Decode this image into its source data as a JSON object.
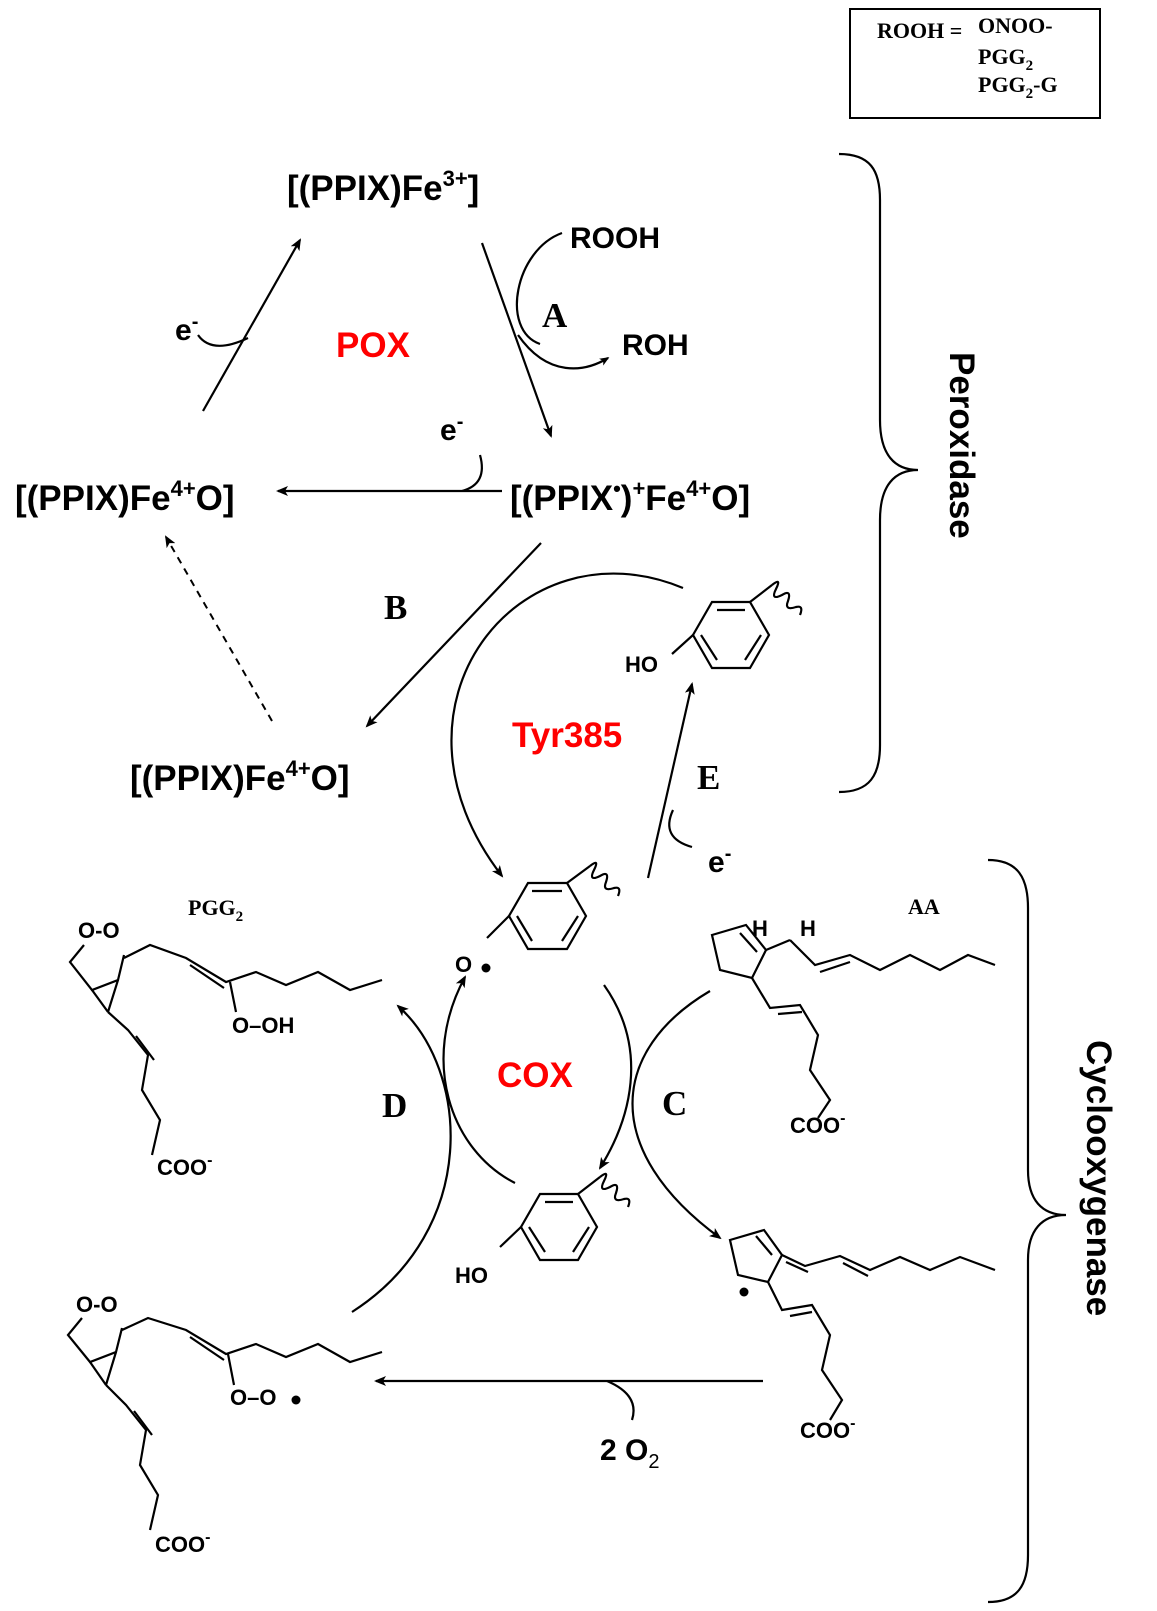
{
  "legend": {
    "lhs": "ROOH =",
    "items": [
      {
        "main": "ONOO-",
        "sub": "",
        "tail": ""
      },
      {
        "main": "PGG",
        "sub": "2",
        "tail": ""
      },
      {
        "main": "PGG",
        "sub": "2",
        "tail": "-G"
      }
    ]
  },
  "species": {
    "fe3_pre": "[(PPIX)Fe",
    "fe3_sup": "3+",
    "fe3_post": "]",
    "fe4o_a_pre": "[(PPIX)Fe",
    "fe4o_a_sup": "4+",
    "fe4o_a_post": "O]",
    "rad_pre": "[(PPIX",
    "rad_dot": "•",
    "rad_mid": ")",
    "rad_sup": "+",
    "rad_fe": "Fe",
    "rad_sup2": "4+",
    "rad_post": "O]",
    "fe4o_b_pre": "[(PPIX)Fe",
    "fe4o_b_sup": "4+",
    "fe4o_b_post": "O]",
    "rooh": "ROOH",
    "roh": "ROH",
    "electron": "e",
    "electron_sup": "-",
    "o2": "2 O",
    "o2_sub": "2"
  },
  "cycles": {
    "pox": "POX",
    "cox": "COX",
    "tyr": "Tyr385"
  },
  "steps": {
    "a": "A",
    "b": "B",
    "c": "C",
    "d": "D",
    "e": "E"
  },
  "brackets": {
    "peroxidase": "Peroxidase",
    "cyclooxygenase": "Cyclooxygenase"
  },
  "molecules": {
    "pgg2_label": "PGG",
    "pgg2_sub": "2",
    "aa_label": "AA",
    "ho": "HO",
    "o_dot": "O",
    "ooh": "O–OH",
    "oo_dot": "O–O",
    "oo_top": "O-O",
    "coo": "COO",
    "coo_sup": "-",
    "h": "H"
  },
  "colors": {
    "accent": "#ff0000",
    "ink": "#000000"
  }
}
